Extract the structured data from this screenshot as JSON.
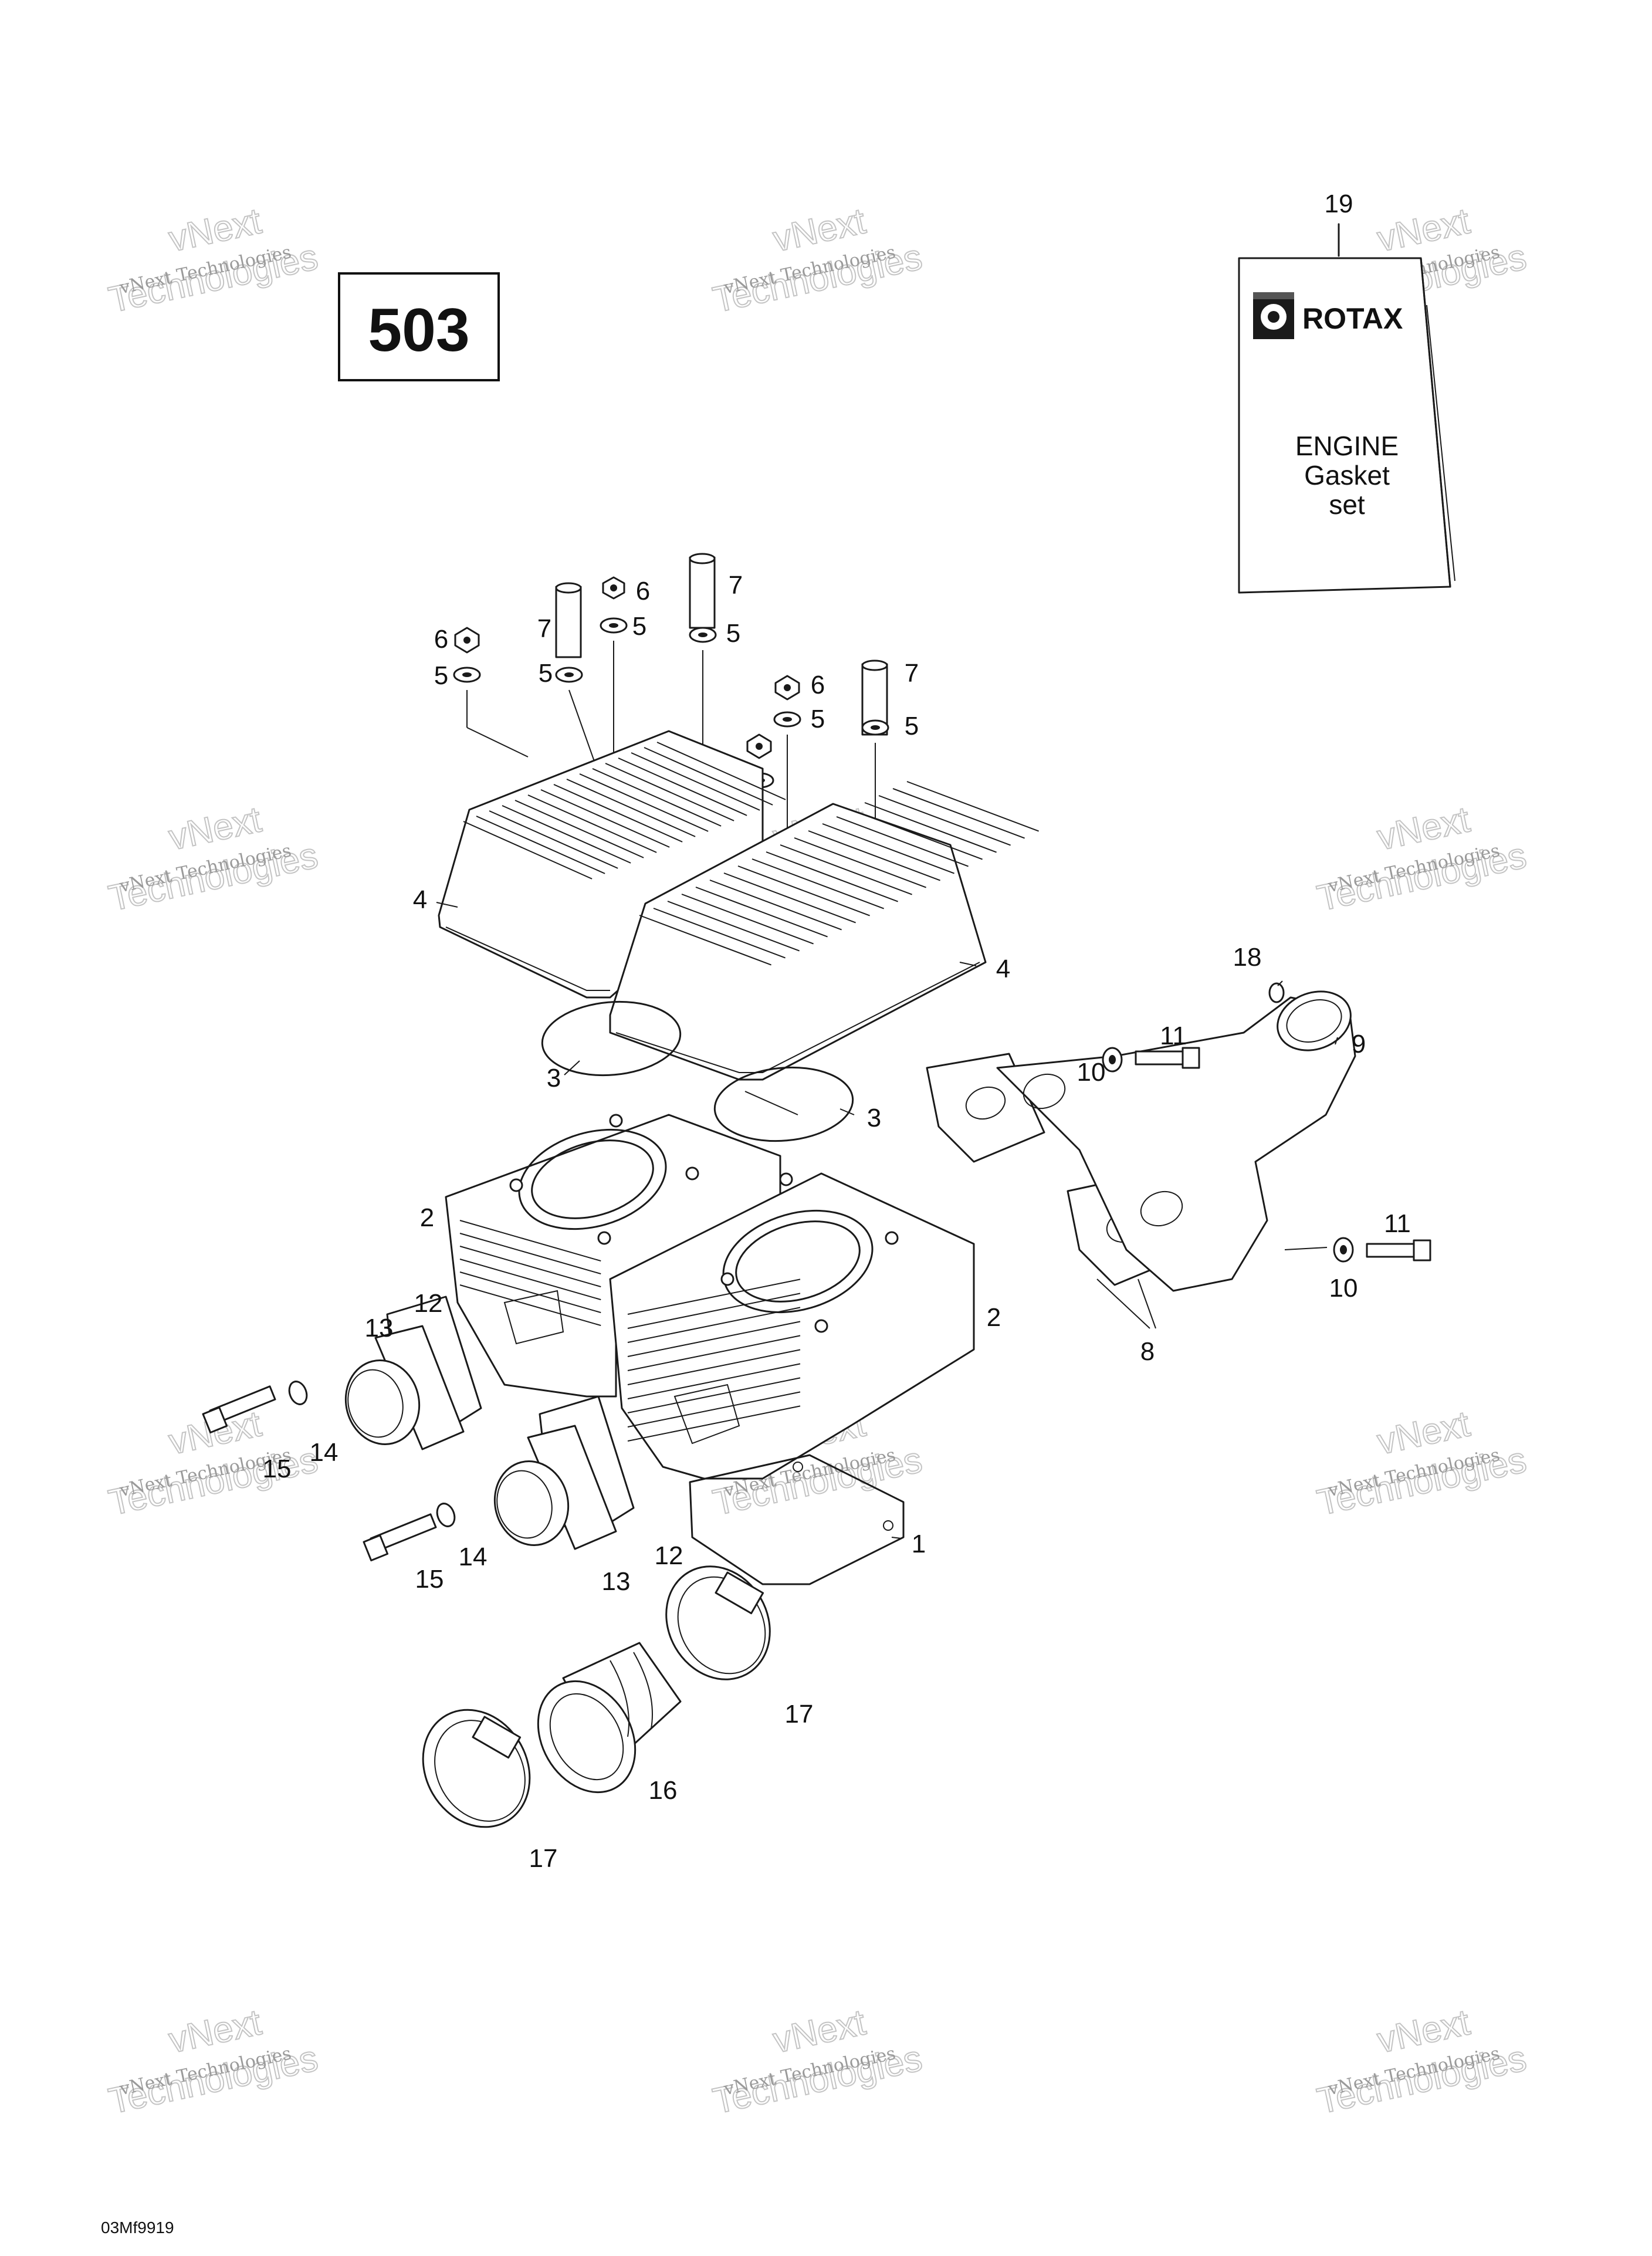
{
  "diagram": {
    "model_box": "503",
    "drawing_code": "03Mf9919",
    "gasket_set": {
      "callout": "19",
      "brand": "ROTAX",
      "lines": [
        "ENGINE",
        "Gasket",
        "set"
      ]
    },
    "callouts": {
      "c1": "1",
      "c2a": "2",
      "c2b": "2",
      "c3a": "3",
      "c3b": "3",
      "c4a": "4",
      "c4b": "4",
      "c5a": "5",
      "c5b": "5",
      "c5c": "5",
      "c5d": "5",
      "c5e": "5",
      "c5f": "5",
      "c6a": "6",
      "c6b": "6",
      "c6c": "6",
      "c7a": "7",
      "c7b": "7",
      "c7c": "7",
      "c8": "8",
      "c9": "9",
      "c10a": "10",
      "c10b": "10",
      "c11a": "11",
      "c11b": "11",
      "c12a": "12",
      "c12b": "12",
      "c13a": "13",
      "c13b": "13",
      "c14a": "14",
      "c14b": "14",
      "c15a": "15",
      "c15b": "15",
      "c16": "16",
      "c17a": "17",
      "c17b": "17",
      "c18": "18"
    },
    "watermark": {
      "small": "vNext Technologies",
      "big_top": "vNext",
      "big_bottom": "Technologies"
    }
  }
}
